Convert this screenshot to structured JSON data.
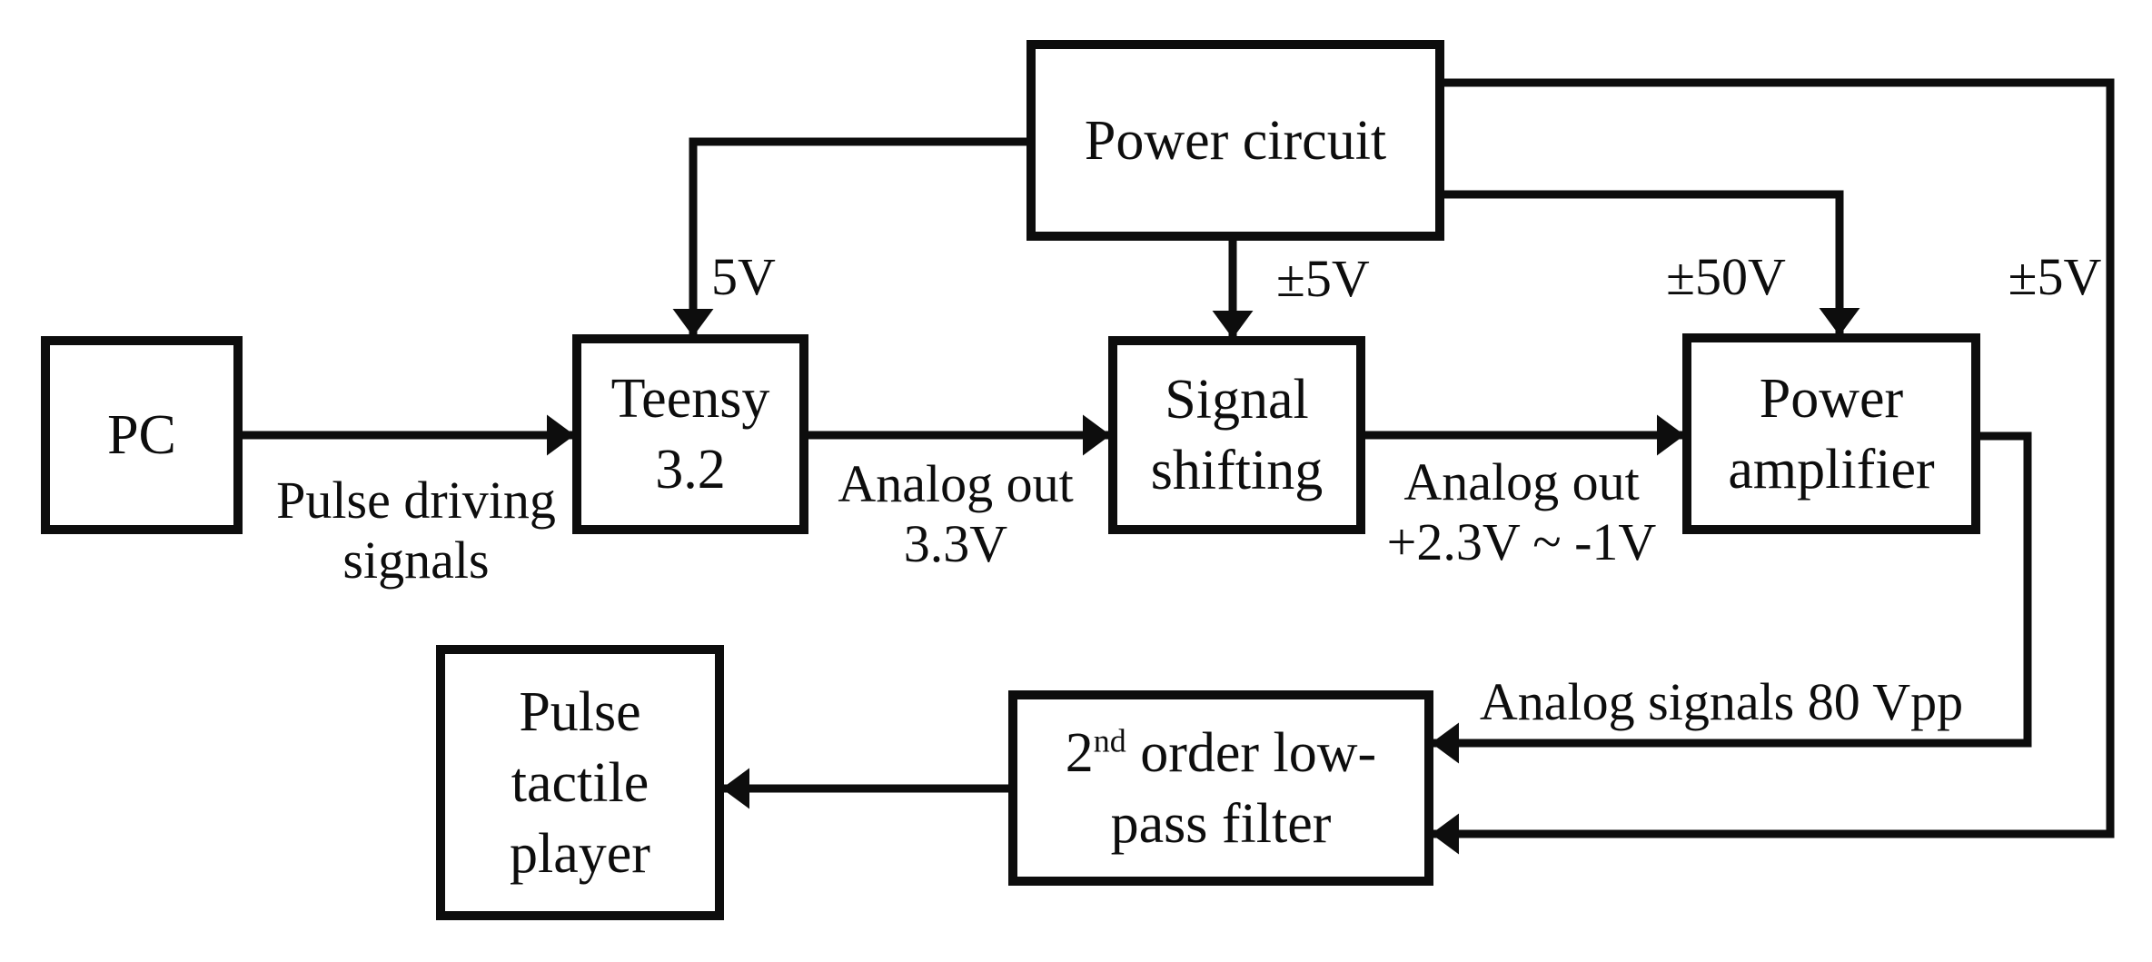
{
  "diagram": {
    "colors": {
      "line": "#0d0d0d",
      "box_fill": "#ffffff",
      "background": "#ffffff"
    },
    "nodes": {
      "power_circuit": {
        "label": "Power circuit"
      },
      "pc": {
        "label": "PC"
      },
      "teensy": {
        "line1": "Teensy",
        "line2": "3.2"
      },
      "signal_shifting": {
        "line1": "Signal",
        "line2": "shifting"
      },
      "power_amplifier": {
        "line1": "Power",
        "line2": "amplifier"
      },
      "low_pass_filter": {
        "line1_base": "2",
        "line1_sup": "nd",
        "line1_rest": " order low-",
        "line2": "pass filter"
      },
      "pulse_tactile_player": {
        "line1": "Pulse",
        "line2": "tactile",
        "line3": "player"
      }
    },
    "edge_labels": {
      "pulse_driving": {
        "line1": "Pulse driving",
        "line2": "signals"
      },
      "analog_out_33": {
        "line1": "Analog out",
        "line2": "3.3V"
      },
      "analog_out_shifted": {
        "line1": "Analog out",
        "line2": "+2.3V ~ -1V"
      },
      "supply_5v": "5V",
      "supply_pm5v_mid": "±5V",
      "supply_pm50v": "±50V",
      "supply_pm5v_right": "±5V",
      "analog_80vpp": "Analog signals 80 Vpp"
    },
    "edges": [
      {
        "from": "pc",
        "to": "teensy",
        "label": "Pulse driving signals"
      },
      {
        "from": "teensy",
        "to": "signal_shifting",
        "label": "Analog out 3.3V"
      },
      {
        "from": "signal_shifting",
        "to": "power_amplifier",
        "label": "Analog out +2.3V ~ -1V"
      },
      {
        "from": "power_circuit",
        "to": "teensy",
        "label": "5V"
      },
      {
        "from": "power_circuit",
        "to": "signal_shifting",
        "label": "±5V"
      },
      {
        "from": "power_circuit",
        "to": "power_amplifier",
        "label": "±50V"
      },
      {
        "from": "power_circuit",
        "to": "low_pass_filter",
        "label": "±5V"
      },
      {
        "from": "power_amplifier",
        "to": "low_pass_filter",
        "label": "Analog signals 80 Vpp"
      },
      {
        "from": "low_pass_filter",
        "to": "pulse_tactile_player",
        "label": ""
      }
    ]
  }
}
